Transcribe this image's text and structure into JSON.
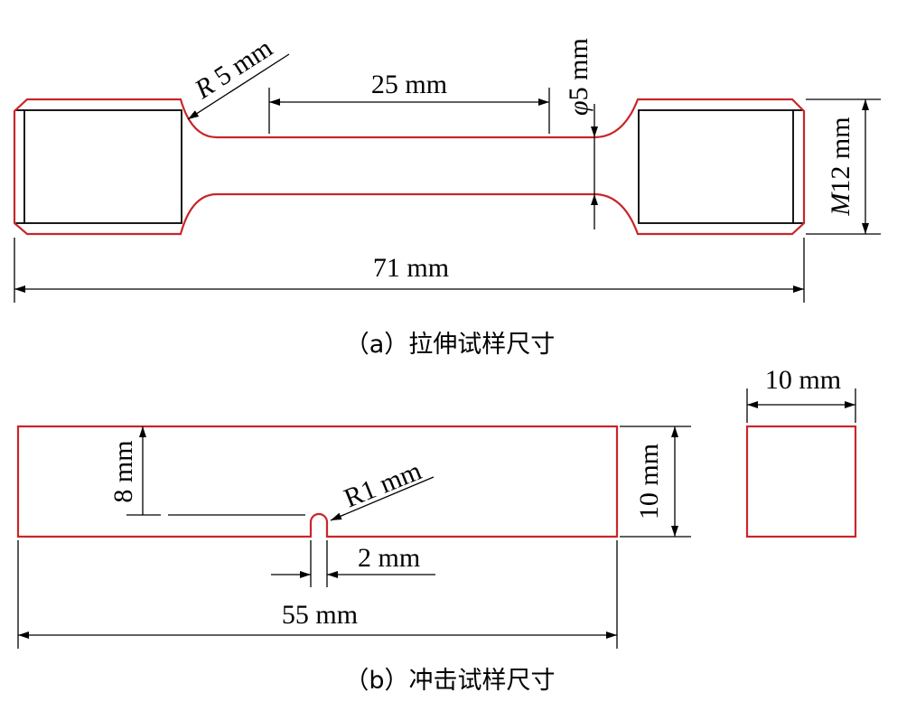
{
  "colors": {
    "outline": "#c8262a",
    "dimension": "#000000"
  },
  "tensile": {
    "caption": "（a）拉伸试样尺寸",
    "radius": {
      "italic": "R",
      "value": "5 mm"
    },
    "gauge_length": "25 mm",
    "diameter": {
      "symbol": "φ",
      "value": "5 mm"
    },
    "thread": {
      "italic": "M",
      "value": "12 mm"
    },
    "total_length": "71 mm"
  },
  "impact": {
    "caption": "（b）冲击试样尺寸",
    "notch_depth": "8 mm",
    "notch_radius": "R1 mm",
    "height": "10 mm",
    "notch_width": "2 mm",
    "length": "55 mm",
    "section_width": "10 mm"
  }
}
